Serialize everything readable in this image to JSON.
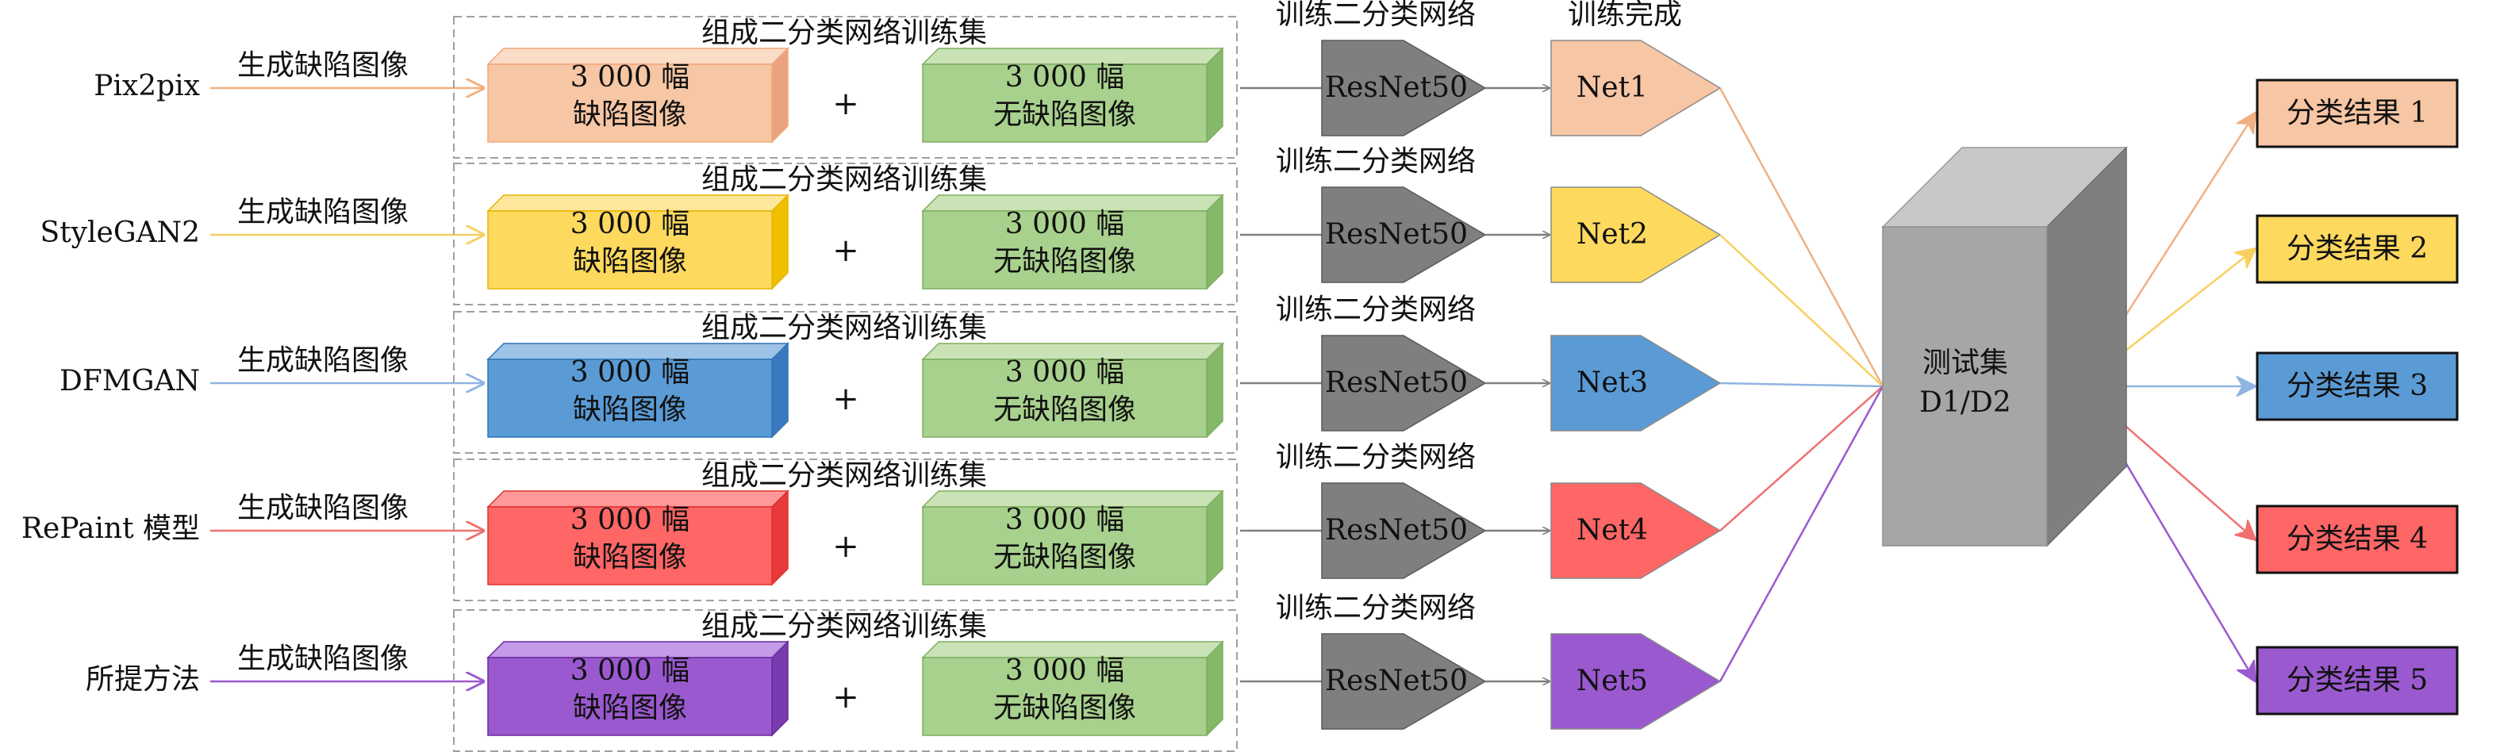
{
  "rows": [
    {
      "method": "Pix2pix",
      "generate_label": "生成缺陷图像",
      "set_label": "组成二分类网络训练集",
      "defect_count": "3 000 幅",
      "defect_label": "缺陷图像",
      "plus": "+",
      "normal_count": "3 000 幅",
      "normal_label": "无缺陷图像",
      "train_label": "训练二分类网络",
      "done_label": "训练完成",
      "resnet": "ResNet50",
      "net": "Net1",
      "result": "分类结果 1",
      "color": "#f7c6a4",
      "edge_color": "#f0a87a",
      "line_color": "#f0b080",
      "face_top": "#fbdcc6",
      "face_side": "#e9a37f"
    },
    {
      "method": "StyleGAN2",
      "generate_label": "生成缺陷图像",
      "set_label": "组成二分类网络训练集",
      "defect_count": "3 000 幅",
      "defect_label": "缺陷图像",
      "plus": "+",
      "normal_count": "3 000 幅",
      "normal_label": "无缺陷图像",
      "train_label": "训练二分类网络",
      "done_label": "",
      "resnet": "ResNet50",
      "net": "Net2",
      "result": "分类结果 2",
      "color": "#fdd95e",
      "edge_color": "#e8b400",
      "line_color": "#f8d060",
      "face_top": "#fee69a",
      "face_side": "#f0c000"
    },
    {
      "method": "DFMGAN",
      "generate_label": "生成缺陷图像",
      "set_label": "组成二分类网络训练集",
      "defect_count": "3 000 幅",
      "defect_label": "缺陷图像",
      "plus": "+",
      "normal_count": "3 000 幅",
      "normal_label": "无缺陷图像",
      "train_label": "训练二分类网络",
      "done_label": "",
      "resnet": "ResNet50",
      "net": "Net3",
      "result": "分类结果 3",
      "color": "#5b9bd5",
      "edge_color": "#2e75b6",
      "line_color": "#8fb4e0",
      "face_top": "#9dc3e6",
      "face_side": "#3a79c0"
    },
    {
      "method": "RePaint 模型",
      "generate_label": "生成缺陷图像",
      "set_label": "组成二分类网络训练集",
      "defect_count": "3 000 幅",
      "defect_label": "缺陷图像",
      "plus": "+",
      "normal_count": "3 000 幅",
      "normal_label": "无缺陷图像",
      "train_label": "训练二分类网络",
      "done_label": "",
      "resnet": "ResNet50",
      "net": "Net4",
      "result": "分类结果 4",
      "color": "#ff6666",
      "edge_color": "#e03030",
      "line_color": "#f07070",
      "face_top": "#ff9999",
      "face_side": "#e83a3a"
    },
    {
      "method": "所提方法",
      "generate_label": "生成缺陷图像",
      "set_label": "组成二分类网络训练集",
      "defect_count": "3 000 幅",
      "defect_label": "缺陷图像",
      "plus": "+",
      "normal_count": "3 000 幅",
      "normal_label": "无缺陷图像",
      "train_label": "训练二分类网络",
      "done_label": "",
      "resnet": "ResNet50",
      "net": "Net5",
      "result": "分类结果 5",
      "color": "#9b59d0",
      "edge_color": "#6a2a9e",
      "line_color": "#9b59d0",
      "face_top": "#c39be6",
      "face_side": "#7a3bb0"
    }
  ],
  "test_set": {
    "line1": "测试集",
    "line2": "D1/D2",
    "color": "#a6a6a6",
    "top_color": "#c8c8c8",
    "side_color": "#7f7f7f"
  },
  "colors": {
    "normal_fill": "#a9d18e",
    "normal_top": "#c9e3b6",
    "normal_side": "#86b86a",
    "resnet_fill": "#7f7f7f",
    "dash_border": "#a0a0a0",
    "arrow_gray": "#7f7f7f"
  }
}
